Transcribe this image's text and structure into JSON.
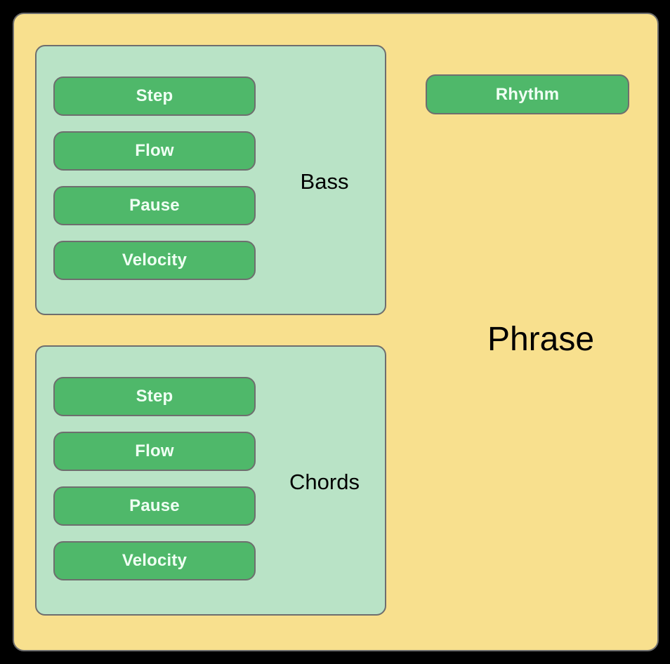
{
  "diagram": {
    "background_color": "#000000",
    "outer": {
      "name": "Phrase",
      "label": "Phrase",
      "fill": "#f8e08e",
      "border": "#6e6e6e"
    },
    "top_level_items": [
      {
        "label": "Rhythm",
        "kind": "parameter",
        "fill": "#4fb86a",
        "text_color": "#f0fff4"
      }
    ],
    "groups": [
      {
        "label": "Bass",
        "fill": "#b9e3c6",
        "border": "#6e6e6e",
        "params": [
          {
            "label": "Step"
          },
          {
            "label": "Flow"
          },
          {
            "label": "Pause"
          },
          {
            "label": "Velocity"
          }
        ]
      },
      {
        "label": "Chords",
        "fill": "#b9e3c6",
        "border": "#6e6e6e",
        "params": [
          {
            "label": "Step"
          },
          {
            "label": "Flow"
          },
          {
            "label": "Pause"
          },
          {
            "label": "Velocity"
          }
        ]
      }
    ]
  }
}
